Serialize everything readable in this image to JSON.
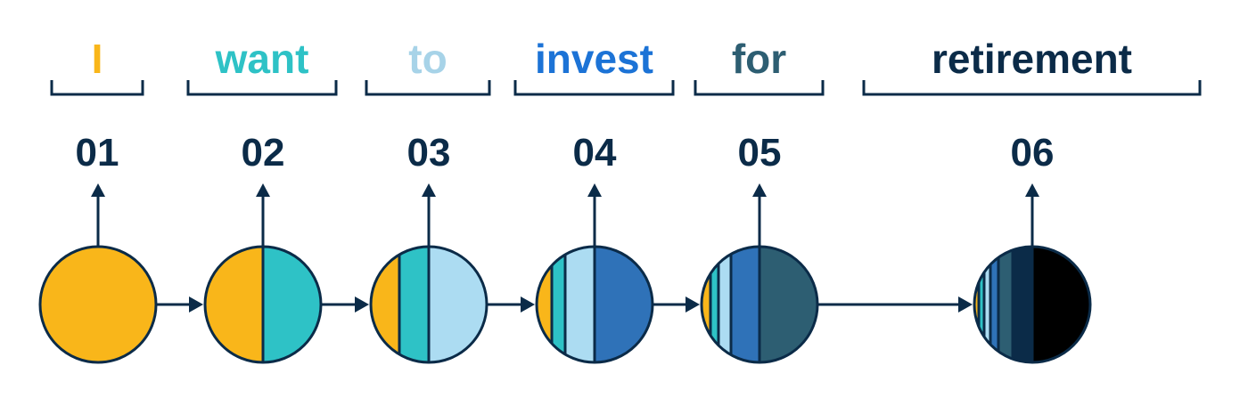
{
  "colors": {
    "dark": "#0b2b48",
    "palette": [
      "#f9b61a",
      "#2ec2c6",
      "#acdcf2",
      "#2f72b8",
      "#2d5e72",
      "#0b2b48"
    ]
  },
  "steps": [
    {
      "word": "I",
      "number": "01",
      "color": "#f9b61a"
    },
    {
      "word": "want",
      "number": "02",
      "color": "#2ec2c6"
    },
    {
      "word": "to",
      "number": "03",
      "color": "#a7d3e8"
    },
    {
      "word": "invest",
      "number": "04",
      "color": "#1c73d6"
    },
    {
      "word": "for",
      "number": "05",
      "color": "#2d5e72"
    },
    {
      "word": "retirement",
      "number": "06",
      "color": "#0b2b48"
    }
  ]
}
